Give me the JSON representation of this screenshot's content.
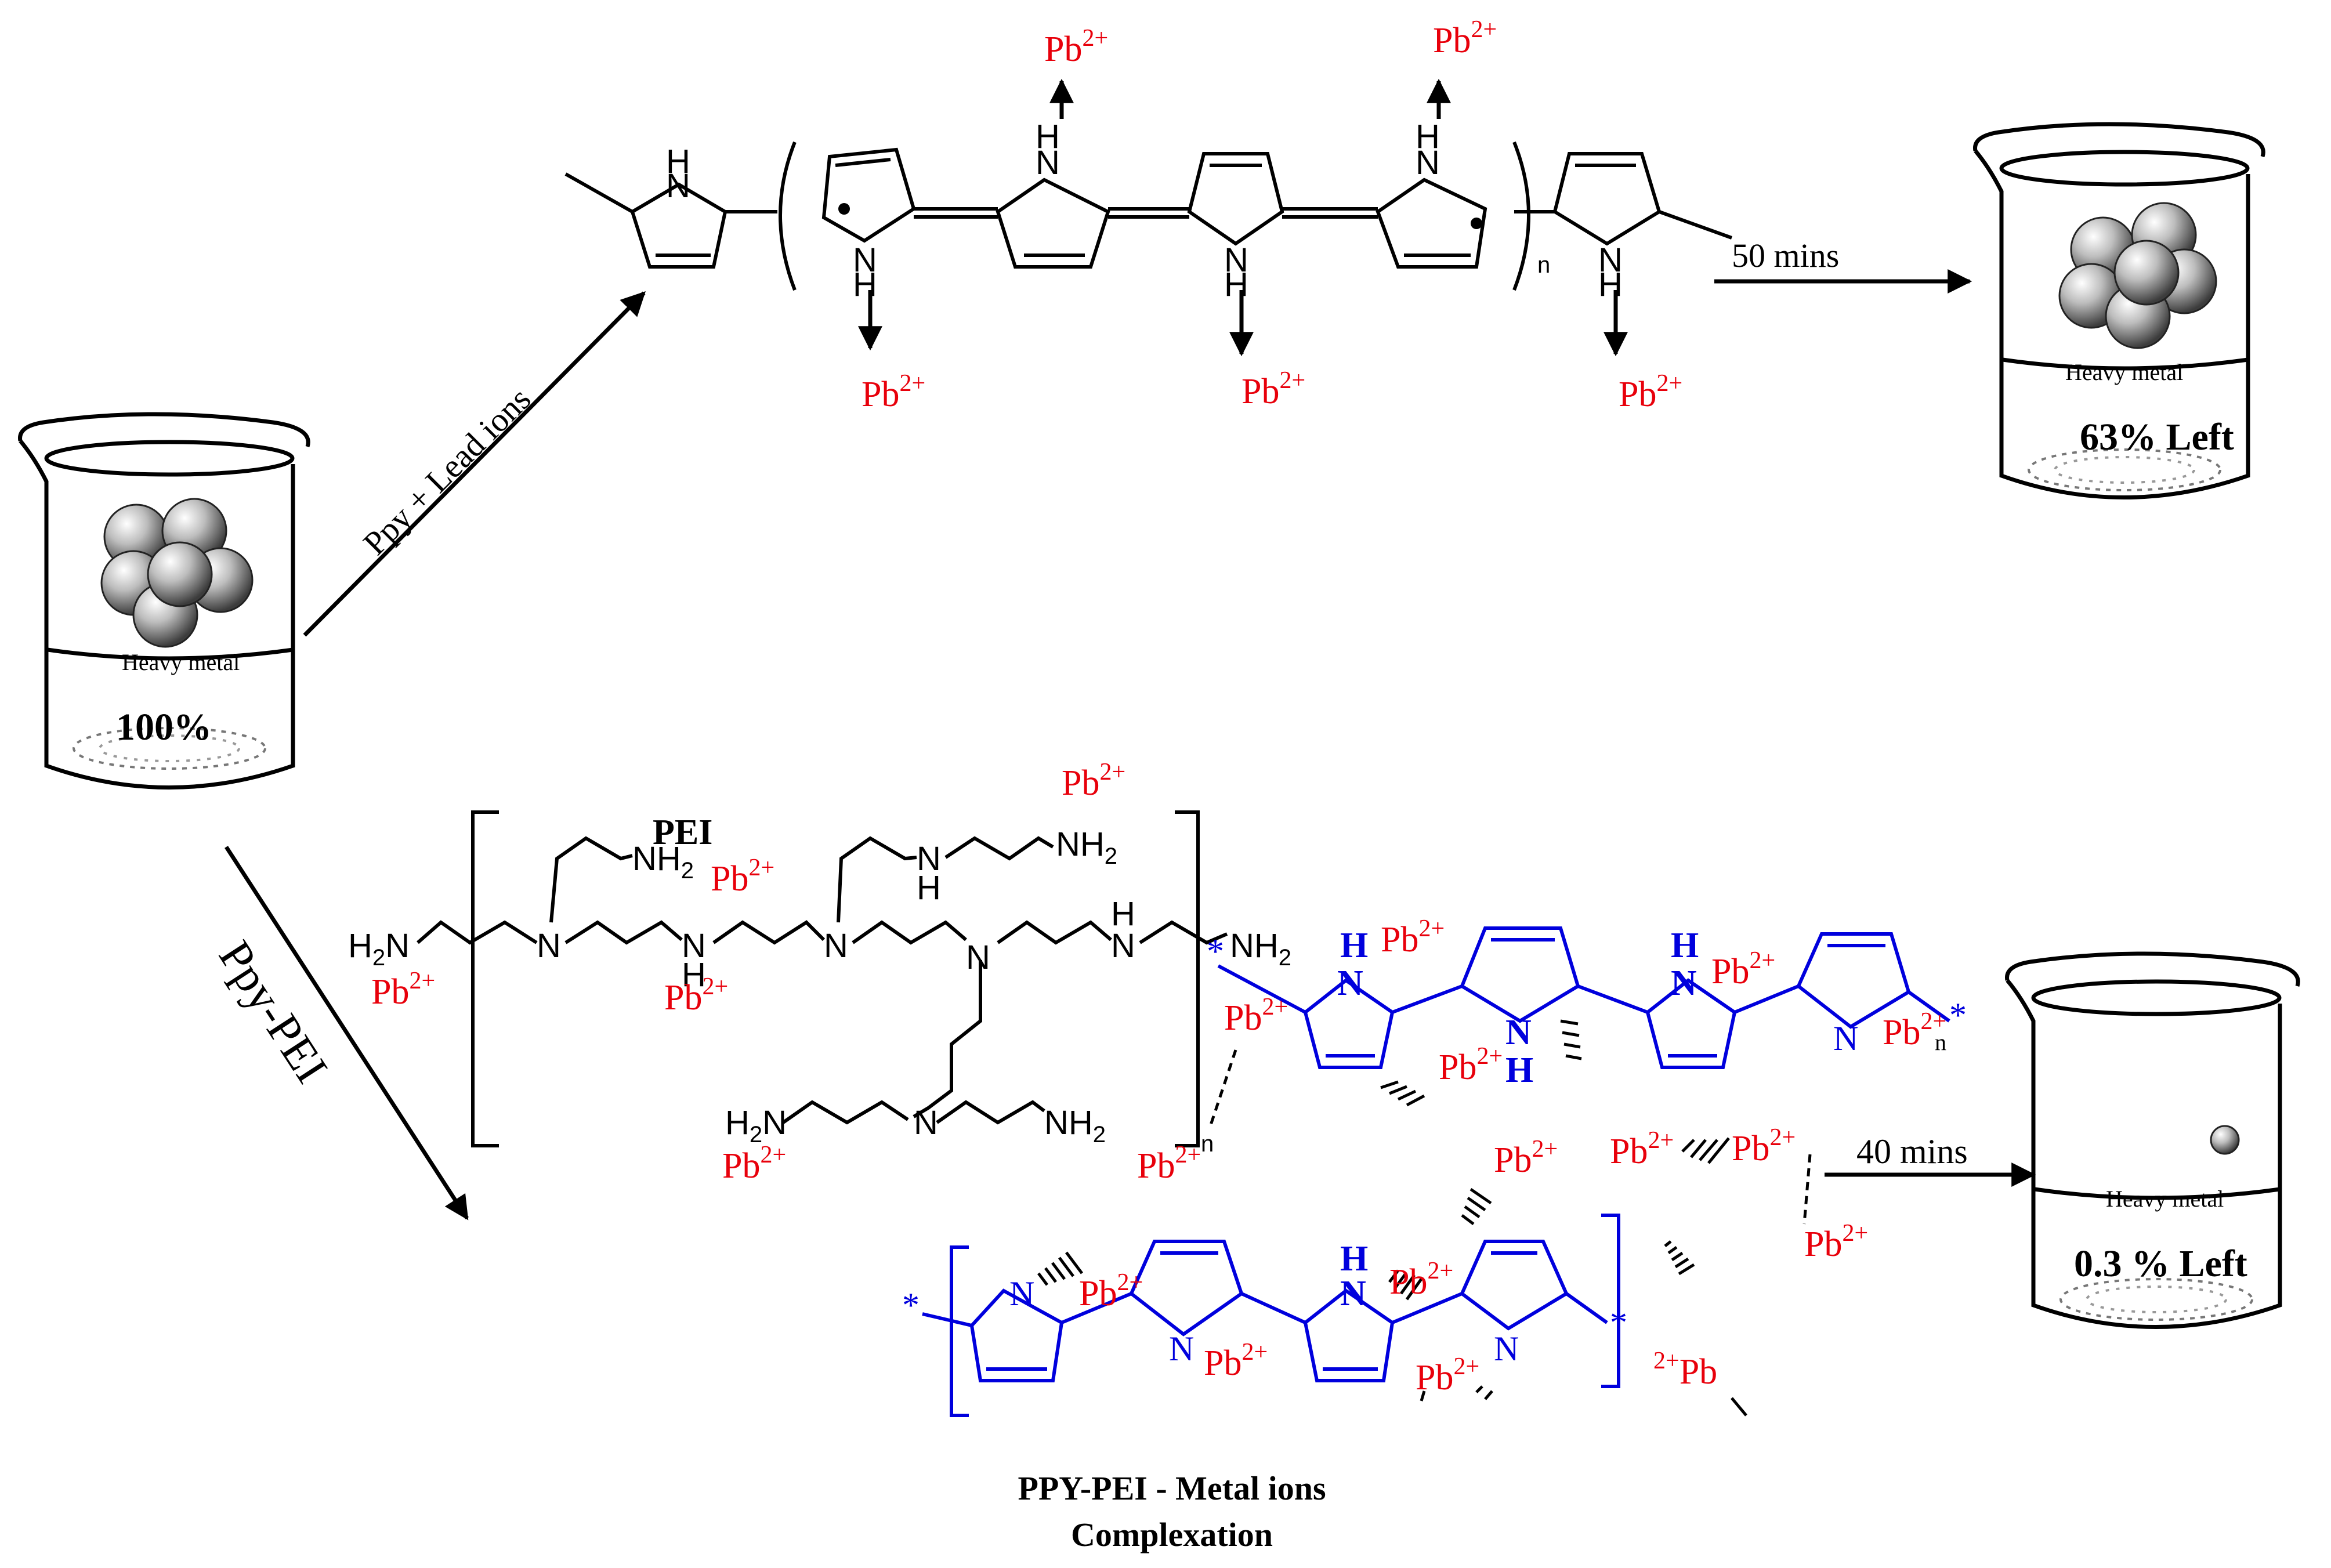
{
  "beakers": {
    "initial": {
      "content_label": "Heavy metal",
      "amount_label": "100%"
    },
    "ppy_result": {
      "content_label": "Heavy metal",
      "amount_label": "63% Left"
    },
    "ppy_pei_result": {
      "content_label": "Heavy metal",
      "amount_label": "0.3 % Left"
    }
  },
  "arrows": {
    "ppy_route_label": "Ppy + Lead ions",
    "ppy_time_label": "50 mins",
    "ppy_pei_route_label": "Ppy-PEI",
    "ppy_pei_time_label": "40 mins"
  },
  "ions": {
    "lead_symbol": "Pb",
    "lead_charge": "2+"
  },
  "pei": {
    "title": "PEI",
    "amine_nh2": "NH",
    "amine_nh2_sub": "2",
    "h2n_prefix": "H",
    "h2n_sub": "2",
    "h2n_suffix": "N",
    "amine_n": "N",
    "amine_h": "H",
    "repeat_n": "n"
  },
  "ppy": {
    "nitrogen": "N",
    "hydrogen": "H",
    "repeat_n": "n",
    "end_group": "*"
  },
  "caption": {
    "line1": "PPY-PEI - Metal ions",
    "line2": "Complexation"
  },
  "colors": {
    "lead_ion": "#e8000b",
    "ppy_pei_polymer": "#0000dd",
    "structure": "#000000"
  }
}
